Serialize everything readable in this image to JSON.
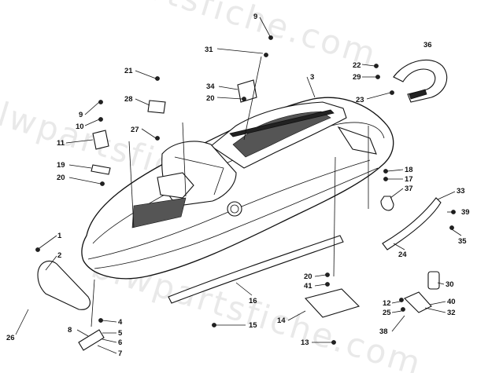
{
  "watermark": "blwpartsfiche.com",
  "callouts": [
    {
      "id": "c9a",
      "n": "9"
    },
    {
      "id": "c31",
      "n": "31"
    },
    {
      "id": "c36",
      "n": "36"
    },
    {
      "id": "c21",
      "n": "21"
    },
    {
      "id": "c22",
      "n": "22"
    },
    {
      "id": "c29",
      "n": "29"
    },
    {
      "id": "c3",
      "n": "3"
    },
    {
      "id": "c34",
      "n": "34"
    },
    {
      "id": "c28",
      "n": "28"
    },
    {
      "id": "c20a",
      "n": "20"
    },
    {
      "id": "c23",
      "n": "23"
    },
    {
      "id": "c9b",
      "n": "9"
    },
    {
      "id": "c10",
      "n": "10"
    },
    {
      "id": "c27",
      "n": "27"
    },
    {
      "id": "c11",
      "n": "11"
    },
    {
      "id": "c19",
      "n": "19"
    },
    {
      "id": "c20b",
      "n": "20"
    },
    {
      "id": "c18",
      "n": "18"
    },
    {
      "id": "c17",
      "n": "17"
    },
    {
      "id": "c37",
      "n": "37"
    },
    {
      "id": "c33",
      "n": "33"
    },
    {
      "id": "c39",
      "n": "39"
    },
    {
      "id": "c35",
      "n": "35"
    },
    {
      "id": "c1",
      "n": "1"
    },
    {
      "id": "c2",
      "n": "2"
    },
    {
      "id": "c24",
      "n": "24"
    },
    {
      "id": "c20c",
      "n": "20"
    },
    {
      "id": "c41",
      "n": "41"
    },
    {
      "id": "c30",
      "n": "30"
    },
    {
      "id": "c16",
      "n": "16"
    },
    {
      "id": "c4",
      "n": "4"
    },
    {
      "id": "c12",
      "n": "12"
    },
    {
      "id": "c40",
      "n": "40"
    },
    {
      "id": "c25",
      "n": "25"
    },
    {
      "id": "c32",
      "n": "32"
    },
    {
      "id": "c14",
      "n": "14"
    },
    {
      "id": "c5",
      "n": "5"
    },
    {
      "id": "c38",
      "n": "38"
    },
    {
      "id": "c15",
      "n": "15"
    },
    {
      "id": "c8",
      "n": "8"
    },
    {
      "id": "c6",
      "n": "6"
    },
    {
      "id": "c26",
      "n": "26"
    },
    {
      "id": "c13",
      "n": "13"
    },
    {
      "id": "c7",
      "n": "7"
    }
  ]
}
